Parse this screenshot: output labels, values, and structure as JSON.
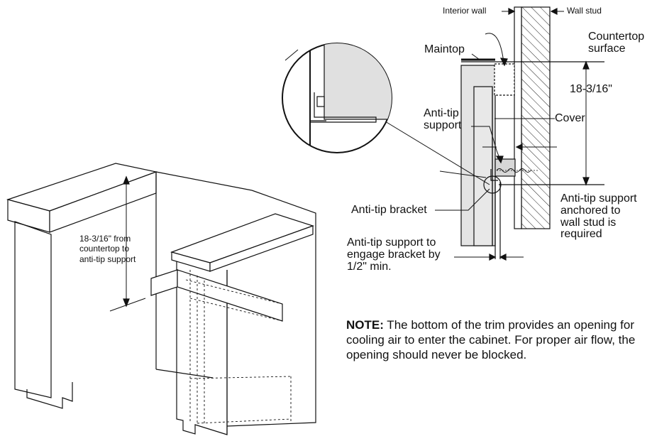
{
  "labels": {
    "interior_wall": "Interior wall",
    "wall_stud": "Wall stud",
    "countertop_surface": "Countertop\nsurface",
    "maintop": "Maintop",
    "dim_height": "18-3/16\"",
    "anti_tip_support": "Anti-tip\nsupport",
    "cover": "Cover",
    "anti_tip_bracket": "Anti-tip bracket",
    "anchored_note": "Anti-tip support\nanchored to\nwall stud is\nrequired",
    "engage_note": "Anti-tip support to\nengage bracket by\n1/2\" min.",
    "cabinet_dim": "18-3/16\" from\ncountertop to\nanti-tip support"
  },
  "note": {
    "heading": "NOTE:",
    "body": " The bottom of the trim provides an opening for cooling air to enter the cabinet. For proper air flow, the opening should never be blocked."
  }
}
